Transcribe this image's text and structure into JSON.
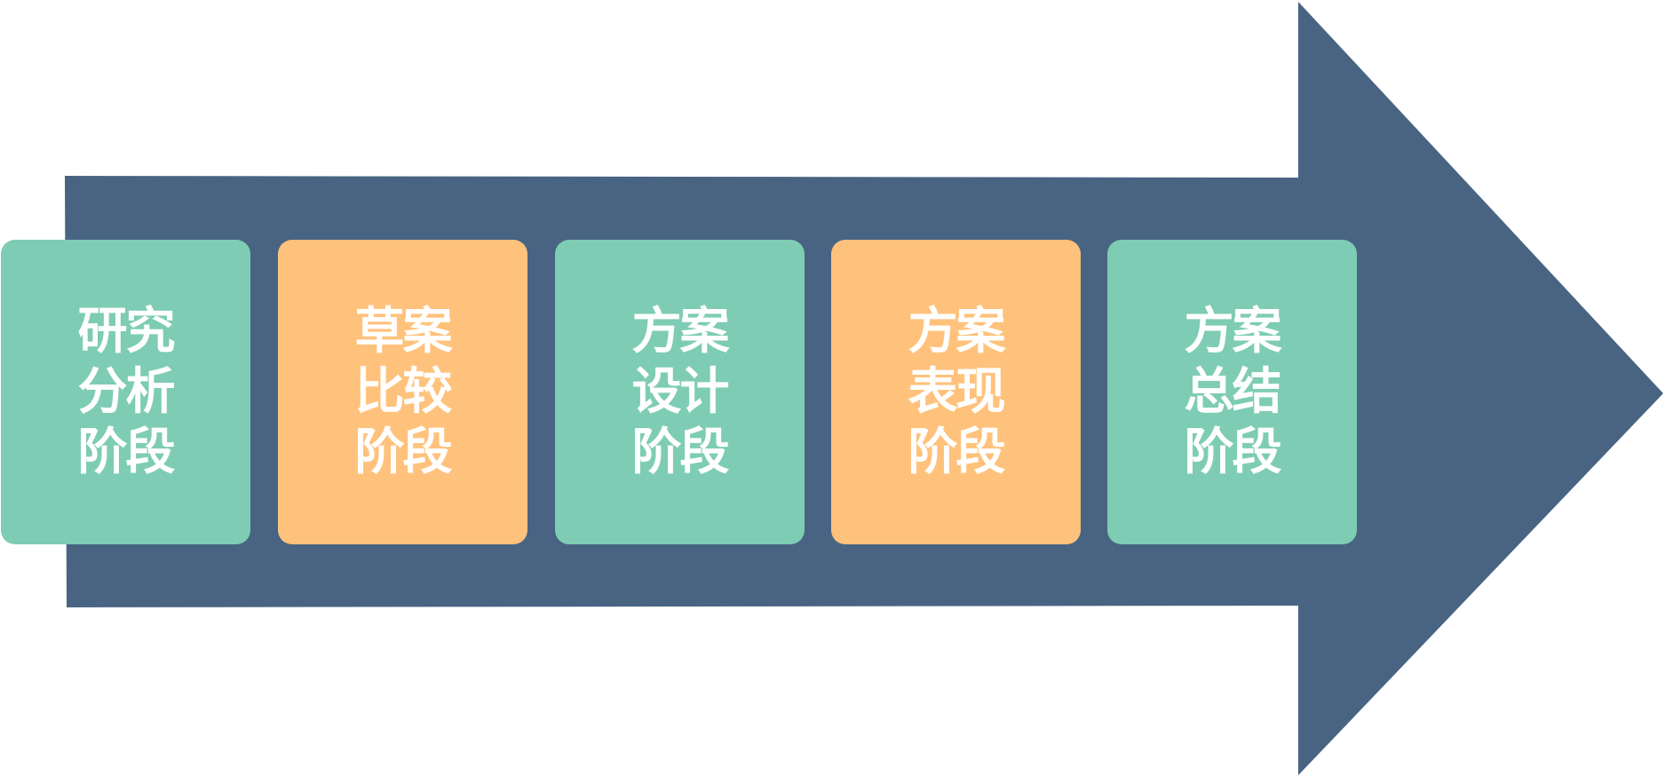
{
  "colors": {
    "arrow": "#486482",
    "green": "#7ECCB4",
    "orange": "#FFC27C",
    "text": "#FFFFFF",
    "background": "#FFFFFF"
  },
  "stages": [
    {
      "lines": [
        "研究",
        "分析",
        "阶段"
      ],
      "color": "green"
    },
    {
      "lines": [
        "草案",
        "比较",
        "阶段"
      ],
      "color": "orange"
    },
    {
      "lines": [
        "方案",
        "设计",
        "阶段"
      ],
      "color": "green"
    },
    {
      "lines": [
        "方案",
        "表现",
        "阶段"
      ],
      "color": "orange"
    },
    {
      "lines": [
        "方案",
        "总结",
        "阶段"
      ],
      "color": "green"
    }
  ]
}
